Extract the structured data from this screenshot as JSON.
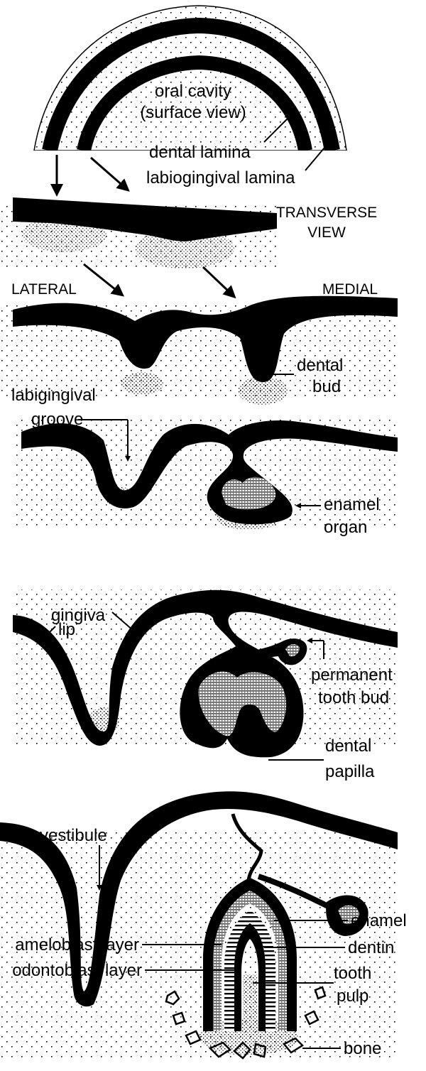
{
  "panel1": {
    "oral_cavity_line1": "oral cavity",
    "oral_cavity_line2": "(surface view)",
    "dental_lamina": "dental lamina",
    "labiogingival_lamina": "labiogingival lamina"
  },
  "panel2": {
    "transverse_line1": "TRANSVERSE",
    "transverse_line2": "VIEW"
  },
  "panel3": {
    "lateral": "LATERAL",
    "medial": "MEDIAL",
    "dental_bud_line1": "dental",
    "dental_bud_line2": "bud"
  },
  "panel4": {
    "labiogingival_groove_line1": "labigingival",
    "labiogingival_groove_line2": "groove",
    "enamel_organ_line1": "enamel",
    "enamel_organ_line2": "organ"
  },
  "panel5": {
    "gingiva": "gingiva",
    "lip": "lip",
    "permanent_bud_line1": "permanent",
    "permanent_bud_line2": "tooth  bud",
    "dental_papilla_line1": "dental",
    "dental_papilla_line2": "papilla"
  },
  "panel6": {
    "vestibule": "vestibule",
    "enamel": "enamel",
    "ameloblast_layer": "ameloblast layer",
    "dentin": "dentin",
    "odontoblast_layer": "odontoblast layer",
    "tooth_pulp_line1": "tooth",
    "tooth_pulp_line2": "pulp",
    "bone": "bone"
  }
}
